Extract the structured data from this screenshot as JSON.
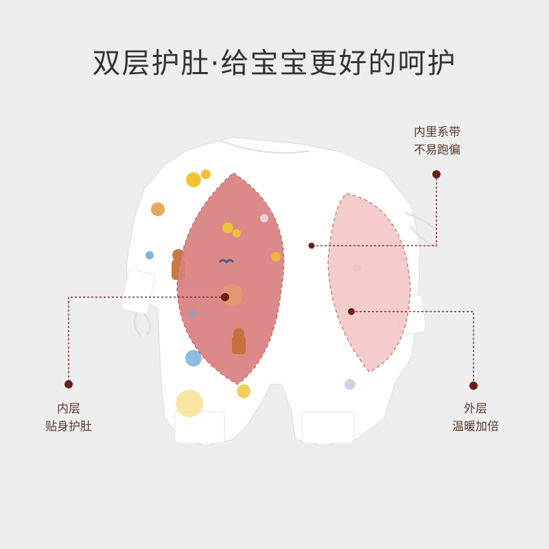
{
  "headline": "双层护肚·给宝宝更好的呵护",
  "callouts": {
    "inner_tie": {
      "line1": "内里系带",
      "line2": "不易跑偏"
    },
    "inner_layer": {
      "line1": "内层",
      "line2": "贴身护肚"
    },
    "outer_layer": {
      "line1": "外层",
      "line2": "温暖加倍"
    }
  },
  "colors": {
    "background": "#eeeeee",
    "inner_panel": "#d97f80",
    "outer_panel": "#f2c3c3",
    "callout_line": "#7a2a1a",
    "callout_dot": "#6b1e14",
    "text": "#333333"
  }
}
